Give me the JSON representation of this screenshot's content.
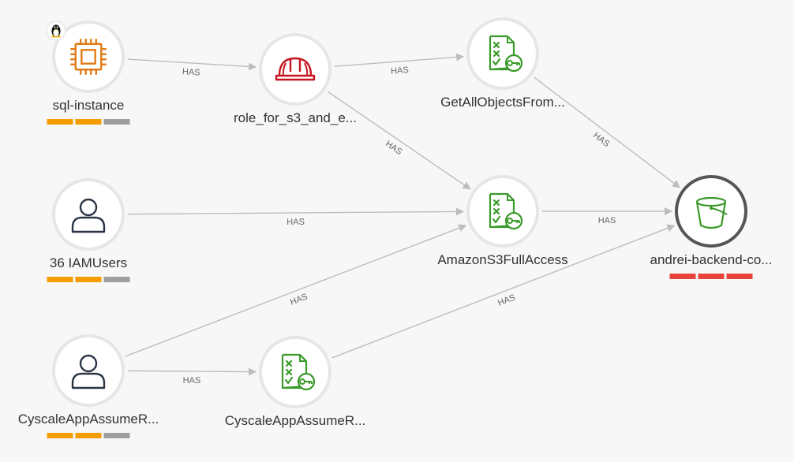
{
  "colors": {
    "edge": "#bdbdbd",
    "node_fill": "#ffffff",
    "node_ring": "#e6e6e6",
    "selected_ring": "#555555",
    "ec2_orange": "#e07b16",
    "role_red": "#c7131f",
    "policy_green": "#3a9a2a",
    "user_dark": "#2b3445",
    "bucket_green": "#3a9a2a",
    "risk_orange": "#f59c00",
    "risk_gray": "#9e9e9e",
    "risk_red": "#e8433b"
  },
  "nodes": [
    {
      "id": "sql",
      "label": "sql-instance",
      "icon": "ec2-chip-icon",
      "badge": "linux-penguin-icon",
      "risk": [
        "orange",
        "orange",
        "gray"
      ]
    },
    {
      "id": "role",
      "label": "role_for_s3_and_e...",
      "icon": "iam-role-hardhat-icon",
      "risk": []
    },
    {
      "id": "getall",
      "label": "GetAllObjectsFrom...",
      "icon": "iam-policy-icon",
      "risk": []
    },
    {
      "id": "users",
      "label": "36 IAMUsers",
      "icon": "user-icon",
      "risk": [
        "orange",
        "orange",
        "gray"
      ]
    },
    {
      "id": "s3full",
      "label": "AmazonS3FullAccess",
      "icon": "iam-policy-icon",
      "risk": []
    },
    {
      "id": "bucket",
      "label": "andrei-backend-co...",
      "icon": "s3-bucket-icon",
      "selected": true,
      "risk": [
        "red",
        "red",
        "red"
      ]
    },
    {
      "id": "cyuser",
      "label": "CyscaleAppAssumeR...",
      "icon": "user-icon",
      "risk": [
        "orange",
        "orange",
        "gray"
      ]
    },
    {
      "id": "cypolicy",
      "label": "CyscaleAppAssumeR...",
      "icon": "iam-policy-icon",
      "risk": []
    }
  ],
  "edges": [
    {
      "from": "sql",
      "to": "role",
      "label": "HAS"
    },
    {
      "from": "role",
      "to": "getall",
      "label": "HAS"
    },
    {
      "from": "role",
      "to": "s3full",
      "label": "HAS"
    },
    {
      "from": "getall",
      "to": "bucket",
      "label": "HAS"
    },
    {
      "from": "users",
      "to": "s3full",
      "label": "HAS"
    },
    {
      "from": "s3full",
      "to": "bucket",
      "label": "HAS"
    },
    {
      "from": "cyuser",
      "to": "s3full",
      "label": "HAS"
    },
    {
      "from": "cyuser",
      "to": "cypolicy",
      "label": "HAS"
    },
    {
      "from": "cypolicy",
      "to": "bucket",
      "label": "HAS"
    }
  ]
}
